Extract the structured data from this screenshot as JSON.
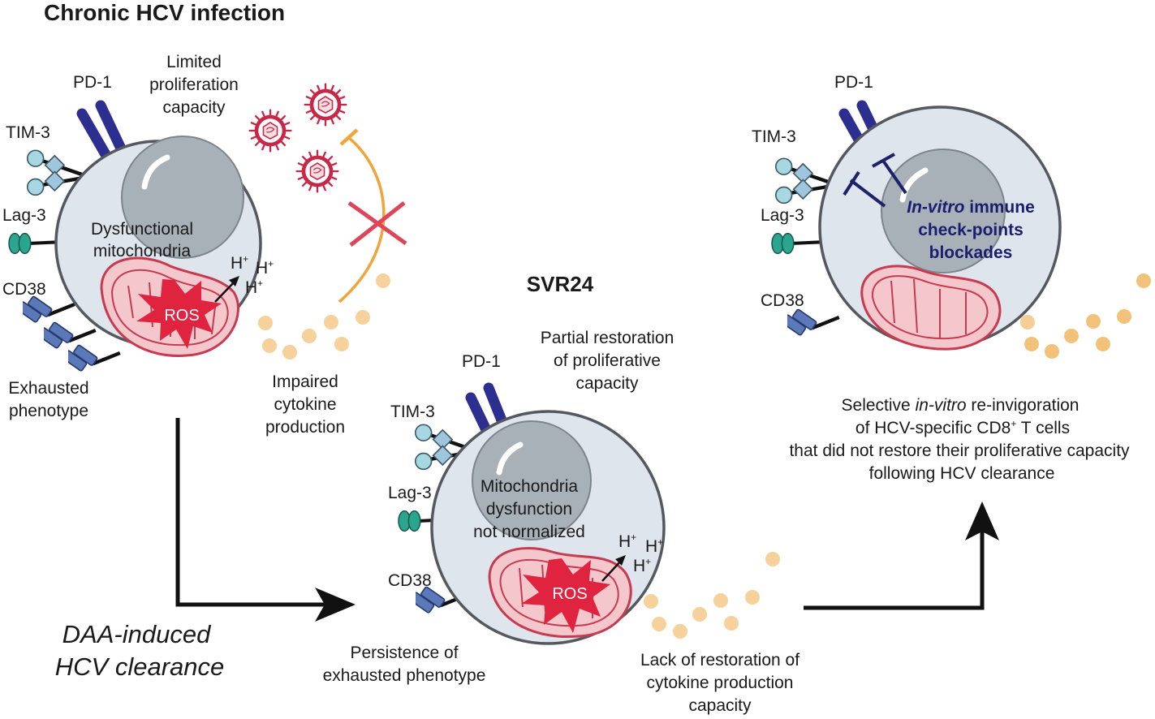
{
  "title": "Chronic HCV infection",
  "left": {
    "pd1": "PD-1",
    "tim3": "TIM-3",
    "lag3": "Lag-3",
    "cd38": "CD38",
    "limited": [
      "Limited",
      "proliferation",
      "capacity"
    ],
    "dysfunctional": [
      "Dysfunctional",
      "mitochondria"
    ],
    "ros": "ROS",
    "h": "H",
    "h_sup": "+",
    "exhausted": [
      "Exhausted",
      "phenotype"
    ],
    "impaired": [
      "Impaired",
      "cytokine",
      "production"
    ]
  },
  "clearance": [
    "DAA-induced",
    "HCV clearance"
  ],
  "middle": {
    "title": "SVR24",
    "partial": [
      "Partial restoration",
      "of proliferative",
      "capacity"
    ],
    "pd1": "PD-1",
    "tim3": "TIM-3",
    "lag3": "Lag-3",
    "cd38": "CD38",
    "mito": [
      "Mitochondria",
      "dysfunction",
      "not normalized"
    ],
    "ros": "ROS",
    "h": "H",
    "h_sup": "+",
    "persistence": [
      "Persistence of",
      "exhausted phenotype"
    ],
    "lack": [
      "Lack of restoration of",
      "cytokine production",
      "capacity"
    ]
  },
  "right": {
    "pd1": "PD-1",
    "tim3": "TIM-3",
    "lag3": "Lag-3",
    "cd38": "CD38",
    "blockade_italic": "In-vitro",
    "blockade_rest": " immune",
    "blockade_lines": [
      "check-points",
      "blockades"
    ],
    "sel_pre": "Selective ",
    "sel_italic": "in-vitro",
    "sel_post": " re-invigoration",
    "hcv_pre": "of HCV-specific CD8",
    "hcv_sup": "+",
    "hcv_post": " T cells",
    "line3": "that did not restore their proliferative capacity",
    "line4": "following HCV clearance"
  },
  "colors": {
    "cell_fill": "#dfe5ec",
    "cell_stroke": "#55585f",
    "nucleus": "#a8b0b8",
    "mito_fill": "#f3c7cc",
    "mito_stroke": "#c83a4f",
    "ros_star": "#e0243f",
    "pd1": "#2c2f8f",
    "tim3_circle": "#a7d8e2",
    "tim3_square": "#9fc6dc",
    "lag3": "#2aa58e",
    "cd38": "#5b79b8",
    "cytokine": "#f3c27a",
    "virus": "#c82748",
    "inhibit_line": "#f2a33a",
    "cross": "#e04458",
    "blockade": "#1f2268"
  }
}
